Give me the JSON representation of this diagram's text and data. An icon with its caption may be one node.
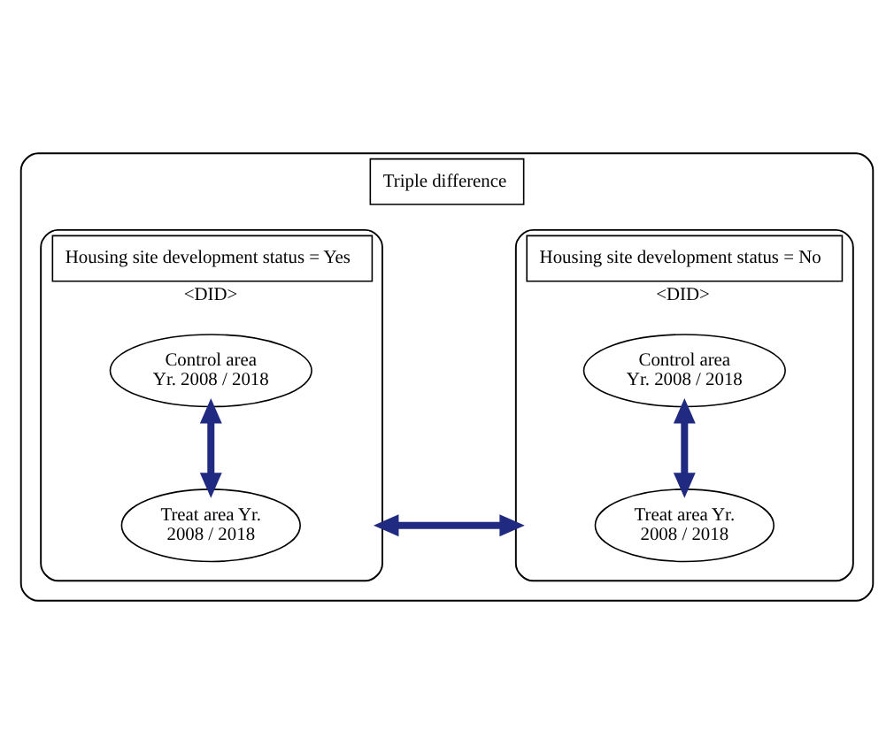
{
  "diagram": {
    "nodes": [
      {
        "text": [
          "Triple difference"
        ]
      },
      {
        "text": [
          "Housing site development status = Yes",
          "<DID>"
        ],
        "in": 0
      },
      {
        "text": [
          "Treat area Yr. 2008 / 2018"
        ],
        "in": 1
      },
      {
        "text": [
          "Control area Yr. 2008 / 2018"
        ],
        "in": 1
      },
      {
        "text": [
          "Housing site development status = No",
          "<DID>"
        ],
        "in": 0
      },
      {
        "text": [
          "Treat area Yr. 2008 / 2018"
        ],
        "in": 4
      },
      {
        "text": [
          "Control area Yr. 2008 / 2018"
        ],
        "in": 4
      }
    ],
    "edges": [
      {
        "from": 2,
        "to": 3,
        "arrow": "both"
      },
      {
        "from": 1,
        "to": 4,
        "arrow": "both"
      },
      {
        "from": 5,
        "to": 6,
        "arrow": "both"
      }
    ]
  }
}
